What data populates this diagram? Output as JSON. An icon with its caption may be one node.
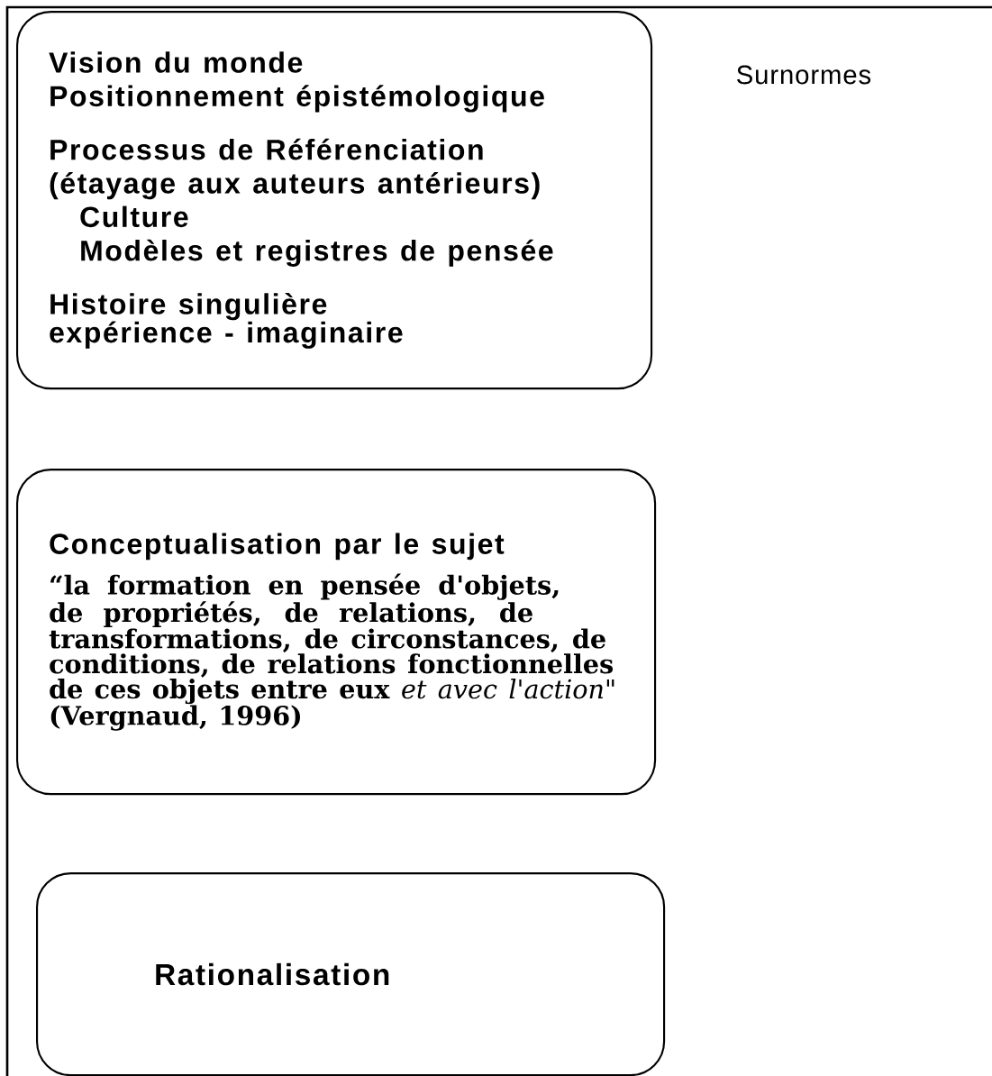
{
  "diagram": {
    "nodes": [
      {
        "text": [
          "Vision du monde",
          "Positionnement épistémologique",
          "Processus de Référenciation",
          "(étayage aux auteurs antérieurs)",
          "Culture",
          "Modèles et registres de pensée",
          "Histoire singulière",
          "expérience - imaginaire"
        ]
      },
      {
        "text": [
          "Conceptualisation par le sujet",
          "**“la formation en pensée d'objets, de propriétés, de relations, de transformations, de circonstances, de conditions, de relations fonctionnelles de ces objets entre eux** *et avec l'action*\" **(Vergnaud, 1996)**"
        ]
      },
      {
        "text": [
          "Rationalisation"
        ]
      }
    ],
    "labels": [
      "Surnormes"
    ]
  }
}
